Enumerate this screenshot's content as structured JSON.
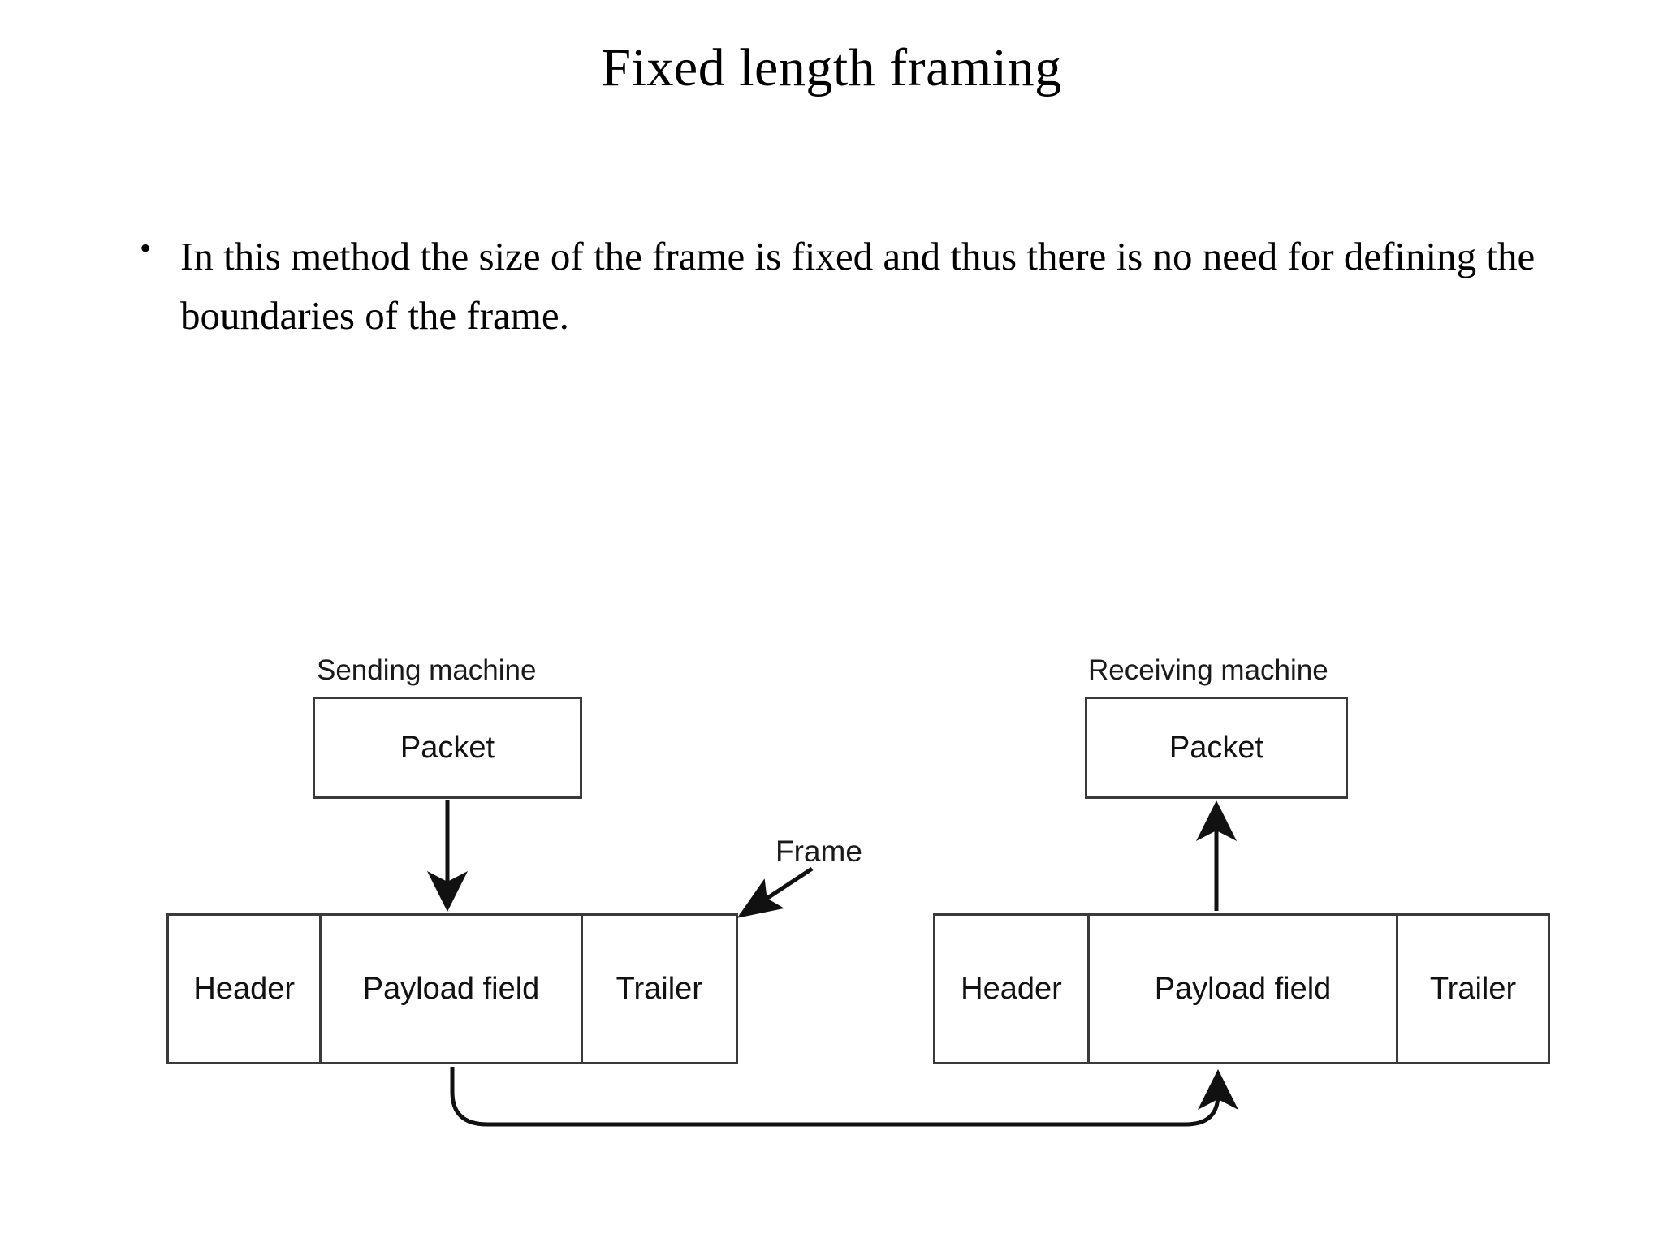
{
  "slide": {
    "title": "Fixed length framing",
    "bullets": [
      {
        "marker": "•",
        "text": "In this method the size of the frame is fixed and thus there is no need for defining the boundaries of the frame."
      }
    ]
  },
  "diagram": {
    "sending": {
      "machine_label": "Sending machine",
      "packet_label": "Packet",
      "frame_cells": [
        "Header",
        "Payload field",
        "Trailer"
      ]
    },
    "receiving": {
      "machine_label": "Receiving machine",
      "packet_label": "Packet",
      "frame_cells": [
        "Header",
        "Payload field",
        "Trailer"
      ]
    },
    "frame_callout": "Frame",
    "colors": {
      "stroke": "#3a3a3a",
      "arrow": "#111111",
      "text": "#111111",
      "background": "#ffffff"
    }
  }
}
